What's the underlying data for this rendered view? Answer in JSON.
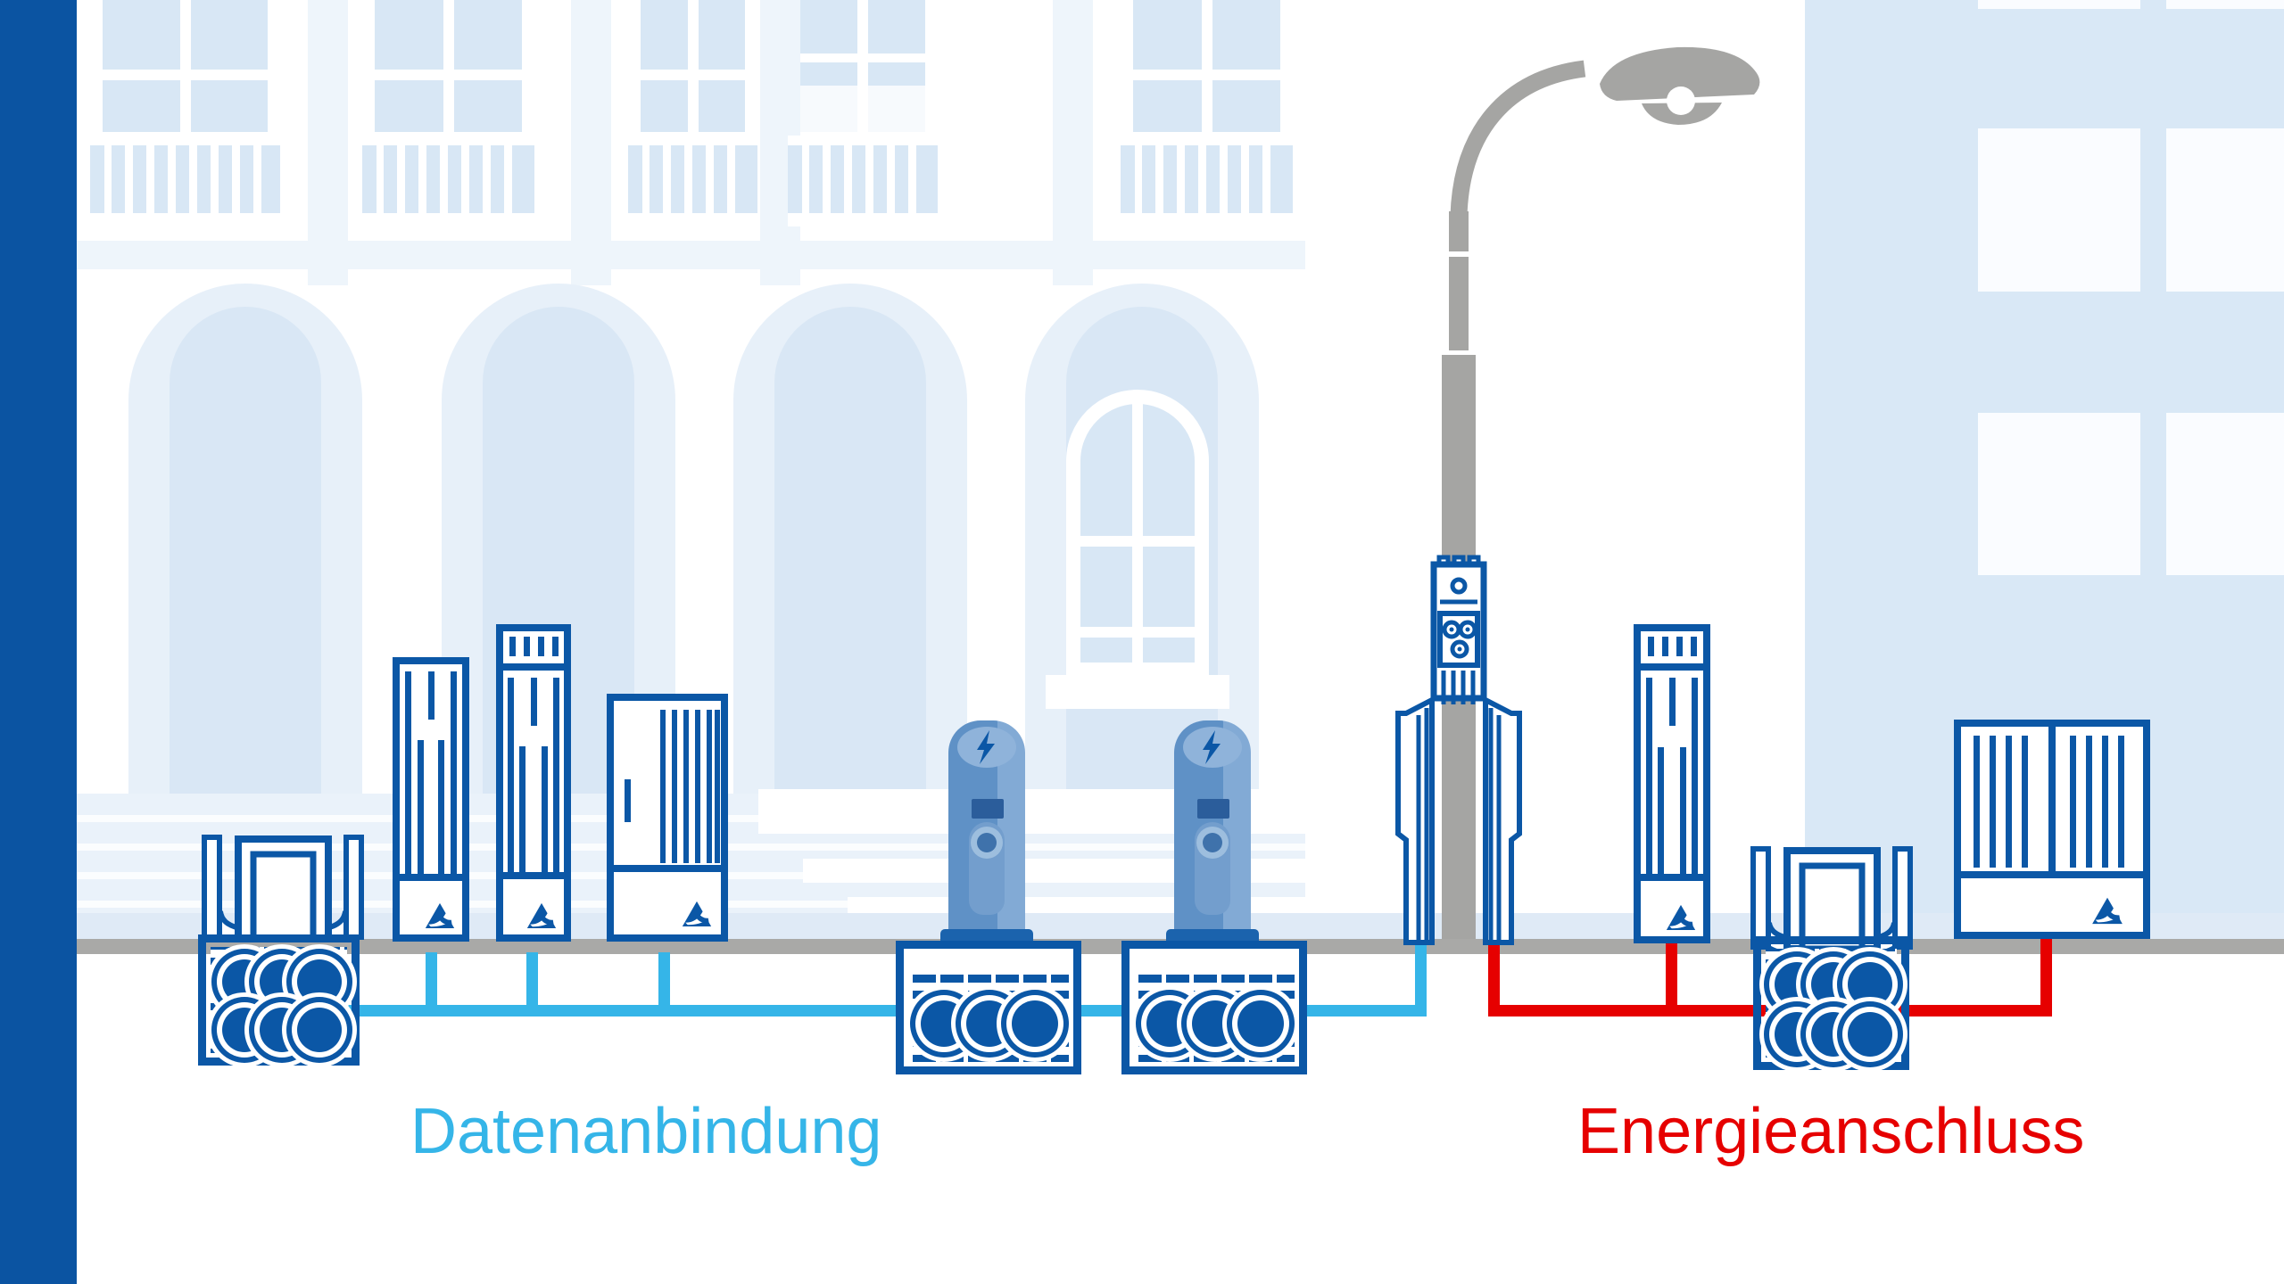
{
  "labels": {
    "data_connection": "Datenanbindung",
    "energy_connection": "Energieanschluss"
  },
  "colors": {
    "brand_blue": "#0b57a6",
    "bar_blue": "#0b54a2",
    "data_cyan": "#35b5e8",
    "energy_red": "#e60000",
    "ground_gray": "#a9a9a7",
    "lamp_gray": "#a5a5a3",
    "pane_blue": "#d8e7f5",
    "arch_outer": "#e7f0f9",
    "arch_inner": "#d9e7f5",
    "plinth": "#dfeaf6",
    "right_wall": "#d9e8f6",
    "window_white": "#fafcff",
    "pillar_body": "#5f91c6",
    "pillar_top": "#8fb3da",
    "pillar_display": "#2b5d9b",
    "pillar_base": "#1b63ad"
  },
  "icons": {
    "lightning_bolt_icon": "lightning bolt on charging pillar top",
    "street_lamp_icon": "curved street lamp with retrofit charge box",
    "utility_logo_icon": "blue sail-triangle utility logo on cabinets",
    "duct_circle_icon": "cable duct circles in underground chambers"
  }
}
